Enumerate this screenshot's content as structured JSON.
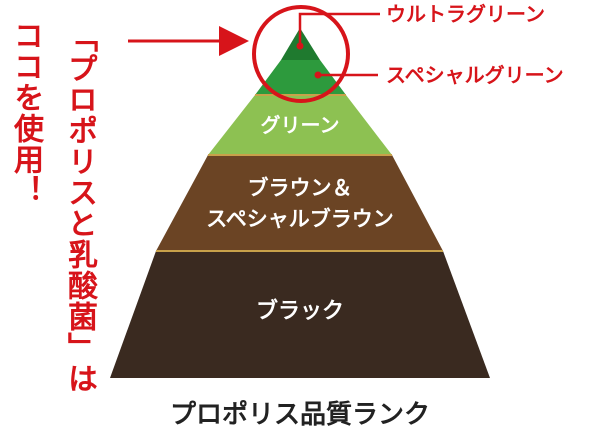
{
  "vertical_text": {
    "column_right": "「プロポリスと乳酸菌」は",
    "column_left": "ココを使用！"
  },
  "pyramid": {
    "levels": [
      {
        "id": "ultra-green",
        "label": "",
        "color": "#1f7a2f"
      },
      {
        "id": "special-green",
        "label": "",
        "color": "#2d9a3d"
      },
      {
        "id": "green",
        "label": "グリーン",
        "color": "#8dc152"
      },
      {
        "id": "brown",
        "label": "ブラウン＆",
        "label2": "スペシャルブラウン",
        "color": "#6b4424"
      },
      {
        "id": "black",
        "label": "ブラック",
        "color": "#3a2a20"
      }
    ]
  },
  "callouts": {
    "ultra_green": "ウルトラグリーン",
    "special_green": "スペシャルグリーン"
  },
  "caption": "プロポリス品質ランク",
  "colors": {
    "accent_red": "#d7141a",
    "separator": "#c8a14a",
    "text_light": "#ffffff",
    "text_dark": "#222222"
  }
}
